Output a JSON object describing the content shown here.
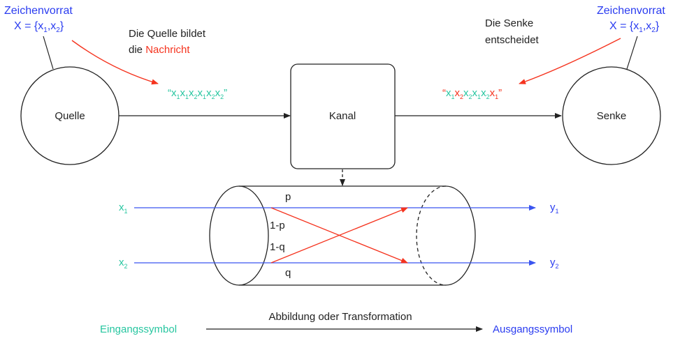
{
  "colors": {
    "alphabet_text": "#2a3cf0",
    "output_symbol": "#2a3cf0",
    "input_symbol": "#27c6a0",
    "error_symbol": "#f5331e",
    "error_path": "#f5331e",
    "correct_path": "#3a55f0",
    "outline": "#222222"
  },
  "alphabet_left": {
    "title": "Zeichenvorrat",
    "set_prefix": "X = {x",
    "sub1": "1",
    "sep": ",x",
    "sub2": "2",
    "close": "}"
  },
  "alphabet_right": {
    "title": "Zeichenvorrat",
    "set_prefix": "X = {x",
    "sub1": "1",
    "sep": ",x",
    "sub2": "2",
    "close": "}"
  },
  "source_caption": {
    "line1": "Die Quelle bildet",
    "line2_prefix": "die ",
    "line2_highlight": "Nachricht"
  },
  "sink_caption": {
    "line1": "Die Senke",
    "line2": "entscheidet"
  },
  "source": {
    "label": "Quelle"
  },
  "channel": {
    "label": "Kanal"
  },
  "sink": {
    "label": "Senke"
  },
  "sent_message": {
    "open_quote": "“",
    "close_quote": "”",
    "symbols": [
      {
        "base": "x",
        "sub": "1",
        "error": false
      },
      {
        "base": "x",
        "sub": "1",
        "error": false
      },
      {
        "base": "x",
        "sub": "2",
        "error": false
      },
      {
        "base": "x",
        "sub": "1",
        "error": false
      },
      {
        "base": "x",
        "sub": "2",
        "error": false
      },
      {
        "base": "x",
        "sub": "2",
        "error": false
      }
    ]
  },
  "received_message": {
    "open_quote": "“",
    "close_quote": "”",
    "symbols": [
      {
        "base": "x",
        "sub": "1",
        "error": false
      },
      {
        "base": "x",
        "sub": "2",
        "error": true
      },
      {
        "base": "x",
        "sub": "2",
        "error": false
      },
      {
        "base": "x",
        "sub": "1",
        "error": false
      },
      {
        "base": "x",
        "sub": "2",
        "error": false
      },
      {
        "base": "x",
        "sub": "1",
        "error": true
      }
    ]
  },
  "channel_model": {
    "inputs": [
      {
        "base": "x",
        "sub": "1"
      },
      {
        "base": "x",
        "sub": "2"
      }
    ],
    "outputs": [
      {
        "base": "y",
        "sub": "1"
      },
      {
        "base": "y",
        "sub": "2"
      }
    ],
    "probabilities": {
      "top": "p",
      "upper_cross": "1-p",
      "lower_cross": "1-q",
      "bottom": "q"
    }
  },
  "mapping": {
    "input_label": "Eingangssymbol",
    "arrow_label": "Abbildung oder Transformation",
    "output_label": "Ausgangssymbol"
  }
}
